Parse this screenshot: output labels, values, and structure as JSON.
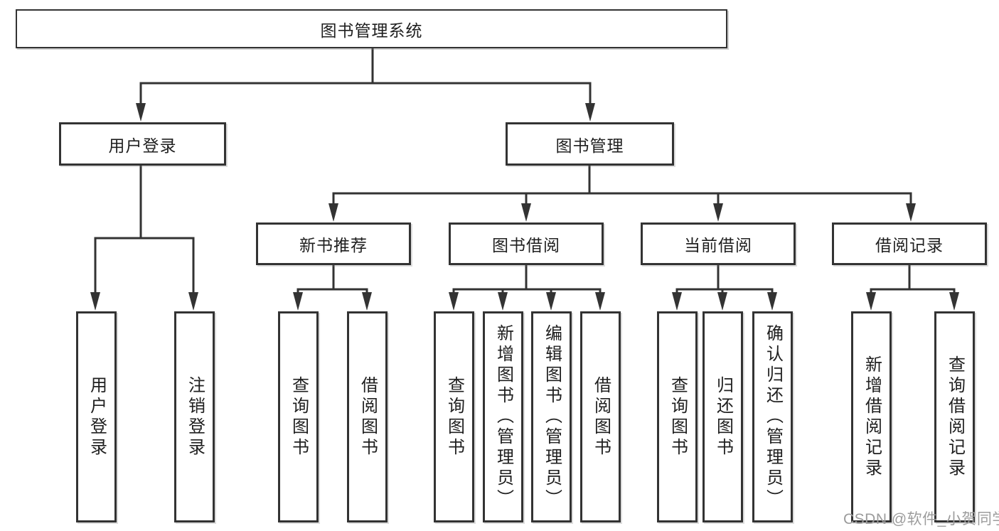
{
  "diagram": {
    "root": {
      "label": "图书管理系统"
    },
    "branches": [
      {
        "label": "用户登录",
        "children": [
          {
            "label": "用户登录"
          },
          {
            "label": "注销登录"
          }
        ]
      },
      {
        "label": "图书管理",
        "sections": [
          {
            "label": "新书推荐",
            "children": [
              {
                "label": "查询图书"
              },
              {
                "label": "借阅图书"
              }
            ]
          },
          {
            "label": "图书借阅",
            "children": [
              {
                "label": "查询图书"
              },
              {
                "label": "新增图书（管理员）"
              },
              {
                "label": "编辑图书（管理员）"
              },
              {
                "label": "借阅图书"
              }
            ]
          },
          {
            "label": "当前借阅",
            "children": [
              {
                "label": "查询图书"
              },
              {
                "label": "归还图书"
              },
              {
                "label": "确认归还（管理员）"
              }
            ]
          },
          {
            "label": "借阅记录",
            "children": [
              {
                "label": "新增借阅记录"
              },
              {
                "label": "查询借阅记录"
              }
            ]
          }
        ]
      }
    ]
  },
  "watermark": {
    "text": "CSDN @软件_小贺同学"
  },
  "colors": {
    "line": "#333333",
    "text": "#1f1f1f",
    "watermark_text": "#9c9c9c",
    "background": "#ffffff"
  }
}
